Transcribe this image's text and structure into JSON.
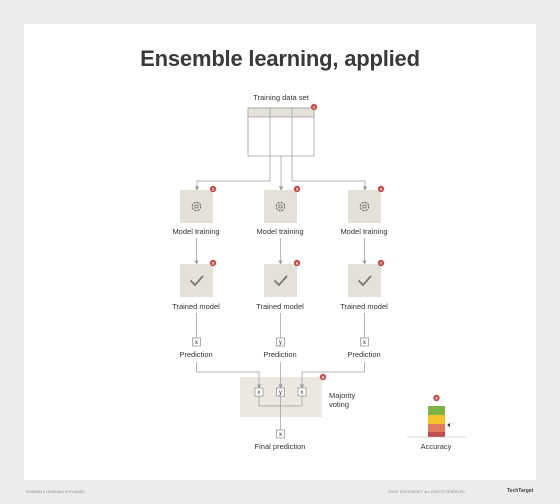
{
  "title": "Ensemble learning, applied",
  "training_data": {
    "label": "Training data set",
    "badge": "1"
  },
  "models": [
    {
      "train_label": "Model training",
      "train_badge": "2",
      "trained_label": "Trained model",
      "trained_badge": "5",
      "output": "x",
      "prediction_label": "Prediction"
    },
    {
      "train_label": "Model training",
      "train_badge": "3",
      "trained_label": "Trained model",
      "trained_badge": "6",
      "output": "y",
      "prediction_label": "Prediction"
    },
    {
      "train_label": "Model training",
      "train_badge": "4",
      "trained_label": "Trained model",
      "trained_badge": "7",
      "output": "x",
      "prediction_label": "Prediction"
    }
  ],
  "voting": {
    "label_line1": "Majority",
    "label_line2": "voting",
    "badge": "8",
    "values": [
      "x",
      "y",
      "x"
    ]
  },
  "final": {
    "value": "x",
    "label": "Final prediction"
  },
  "accuracy": {
    "label": "Accuracy",
    "badge": "9",
    "colors": [
      "#7cb342",
      "#f2c12e",
      "#e07a5f",
      "#c0504d"
    ]
  },
  "colors": {
    "box": "#e4e1d8",
    "icon": "#777777",
    "badge": "#c0504d",
    "line": "#999999"
  },
  "footer": {
    "left": "ENSEMBLE LEARNING EXPLAINED",
    "right": "©2023 TECHTARGET. ALL RIGHTS RESERVED",
    "brand": "TechTarget"
  }
}
